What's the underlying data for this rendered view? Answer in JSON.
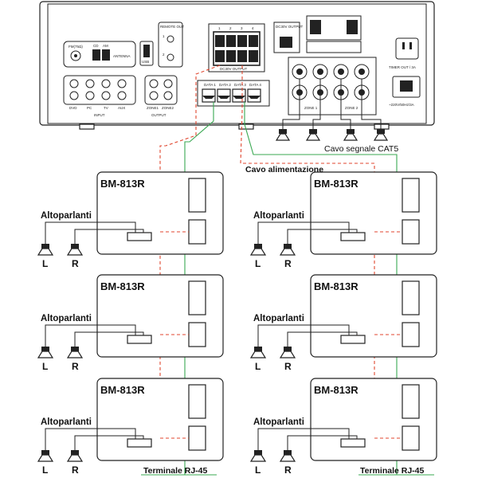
{
  "rear_panel": {
    "antenna_label": "ANTENNA",
    "fm_label": "FM(75Ω)",
    "cd_label": "CD",
    "am_label": "AM",
    "usb_label": "USB",
    "remote_out_label": "REMOTE OUT",
    "remote_1": "1",
    "remote_2": "2",
    "dc_output_label": "DC30V OUTPUT",
    "dc_channels": [
      "1",
      "2",
      "3",
      "4"
    ],
    "dc30v_label": "DC30V OUTPUT",
    "input_group_label": "INPUT",
    "output_group_label": "OUTPUT",
    "input_jacks": [
      "DVD",
      "PC",
      "TV",
      "AUX"
    ],
    "output_jacks": [
      "ZONE1",
      "ZONE2"
    ],
    "data_labels": [
      "DATA 1",
      "DATA 2",
      "DATA 3",
      "DATA 4"
    ],
    "zone_labels": [
      "ZONE 1",
      "ZONE 2"
    ],
    "timer_label": "TIMER OUT / 3A",
    "power_label": "~220V/50Hz/3A"
  },
  "labels": {
    "cat5_cable": "Cavo segnale CAT5",
    "power_cable": "Cavo alimentazione",
    "rj45_left": "Terminale RJ-45",
    "rj45_right": "Terminale RJ-45"
  },
  "units": [
    {
      "model": "BM-813R",
      "speakers_label": "Altoparlanti",
      "left": "L",
      "right": "R"
    },
    {
      "model": "BM-813R",
      "speakers_label": "Altoparlanti",
      "left": "L",
      "right": "R"
    },
    {
      "model": "BM-813R",
      "speakers_label": "Altoparlanti",
      "left": "L",
      "right": "R"
    },
    {
      "model": "BM-813R",
      "speakers_label": "Altoparlanti",
      "left": "L",
      "right": "R"
    },
    {
      "model": "BM-813R",
      "speakers_label": "Altoparlanti",
      "left": "L",
      "right": "R"
    },
    {
      "model": "BM-813R",
      "speakers_label": "Altoparlanti",
      "left": "L",
      "right": "R"
    }
  ],
  "colors": {
    "signal_cable": "#3aa852",
    "power_cable": "#e0462f",
    "outline": "#222222"
  }
}
